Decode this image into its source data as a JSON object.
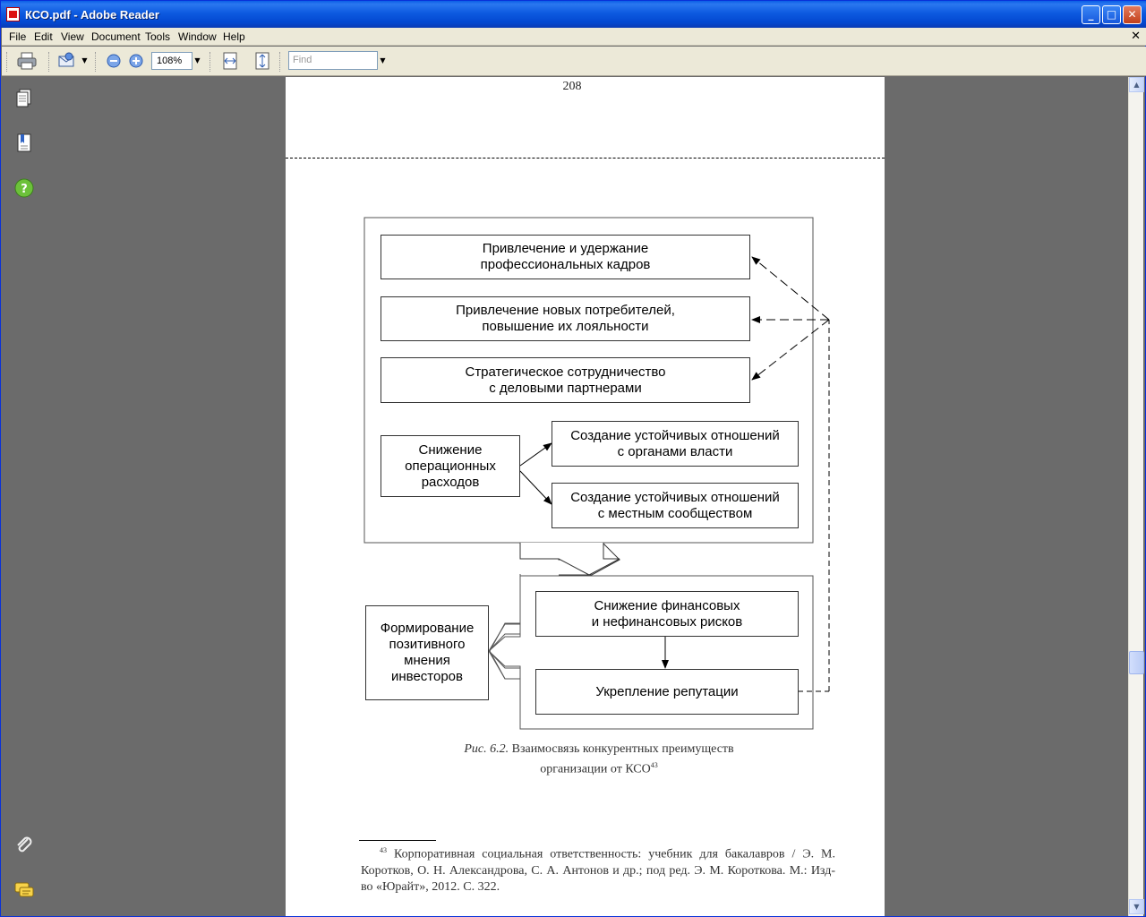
{
  "window": {
    "title": "КСО.pdf - Adobe Reader"
  },
  "menu": [
    "File",
    "Edit",
    "View",
    "Document",
    "Tools",
    "Window",
    "Help"
  ],
  "toolbar": {
    "zoom_value": "108%",
    "find_placeholder": "Find"
  },
  "page": {
    "number": "208",
    "diagram": {
      "box1": "Привлечение и удержание\nпрофессиональных кадров",
      "box2": "Привлечение новых потребителей,\nповышение их лояльности",
      "box3": "Стратегическое сотрудничество\nс деловыми партнерами",
      "box4": "Снижение\nоперационных\nрасходов",
      "box5": "Создание устойчивых отношений\nс органами власти",
      "box6": "Создание устойчивых отношений\nс местным сообществом",
      "box7": "Снижение финансовых\nи нефинансовых рисков",
      "box8": "Укрепление репутации",
      "box9": "Формирование\nпозитивного\nмнения\nинвесторов"
    },
    "caption_prefix": "Рис. 6.2.",
    "caption_line1": "Взаимосвязь конкурентных преимуществ",
    "caption_line2": "организации от КСО",
    "caption_sup": "43",
    "footnote_sup": "43",
    "footnote_text": "Корпоративная социальная ответственность: учебник для бакалавров / Э. М. Коротков, О. Н. Александрова, С. А. Антонов и др.; под ред. Э. М. Короткова. М.: Изд-во «Юрайт», 2012. С. 322."
  },
  "icons": [
    "pdf-app-icon",
    "print-icon",
    "email-icon",
    "zoom-out-icon",
    "zoom-in-icon",
    "fit-page-icon",
    "fit-width-icon",
    "pages-icon",
    "bookmarks-icon",
    "help-icon",
    "attachment-icon",
    "comments-icon"
  ]
}
